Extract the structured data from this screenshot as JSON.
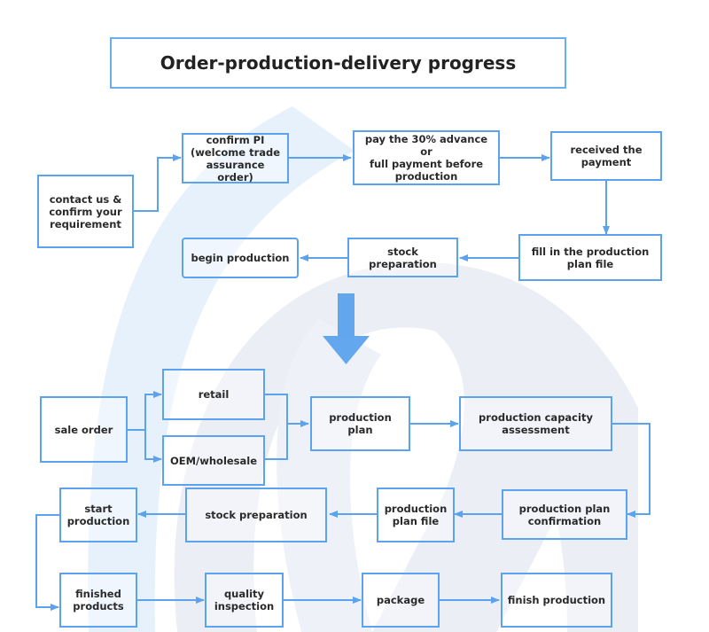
{
  "title": "Order-production-delivery progress",
  "colors": {
    "accent": "#5ba3ee",
    "text": "#2a2a2a",
    "watermark_light": "#e8f2fc",
    "watermark_gray": "#eaedf6"
  },
  "top_flow": {
    "nodes": [
      {
        "id": "contact",
        "label": "contact us &\nconfirm your\nrequirement"
      },
      {
        "id": "confirm_pi",
        "label": "confirm PI\n(welcome trade\nassurance\norder)"
      },
      {
        "id": "pay",
        "label": "pay the 30% advance or\nfull payment before\nproduction"
      },
      {
        "id": "received",
        "label": "received the\npayment"
      },
      {
        "id": "fill_plan",
        "label": "fill in the production\nplan file"
      },
      {
        "id": "stock_prep_top",
        "label": "stock\npreparation"
      },
      {
        "id": "begin_production",
        "label": "begin production"
      }
    ]
  },
  "transition_icon": "arrow-down-icon",
  "bottom_flow": {
    "nodes": [
      {
        "id": "sale_order",
        "label": "sale order"
      },
      {
        "id": "retail",
        "label": "retail"
      },
      {
        "id": "oem",
        "label": "OEM/wholesale"
      },
      {
        "id": "production_plan",
        "label": "production\nplan"
      },
      {
        "id": "capacity",
        "label": "production capacity\nassessment"
      },
      {
        "id": "plan_confirm",
        "label": "production plan\nconfirmation"
      },
      {
        "id": "plan_file",
        "label": "production\nplan file"
      },
      {
        "id": "stock_prep",
        "label": "stock preparation"
      },
      {
        "id": "start_production",
        "label": "start\nproduction"
      },
      {
        "id": "finished",
        "label": "finished\nproducts"
      },
      {
        "id": "quality",
        "label": "quality\ninspection"
      },
      {
        "id": "package",
        "label": "package"
      },
      {
        "id": "finish_production",
        "label": "finish production"
      }
    ]
  }
}
